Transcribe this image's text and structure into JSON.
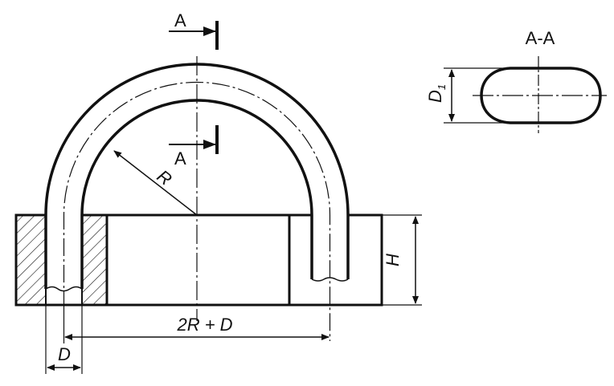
{
  "drawing": {
    "section_marker_top": "A",
    "section_marker_bottom": "A",
    "section_title": "A-A",
    "radius_label": "R",
    "height_label": "H",
    "span_label": "2R + D",
    "diameter_label": "D",
    "section_dim_label": "D",
    "section_dim_subscript": "1"
  },
  "colors": {
    "line": "#111111",
    "background": "#ffffff"
  }
}
